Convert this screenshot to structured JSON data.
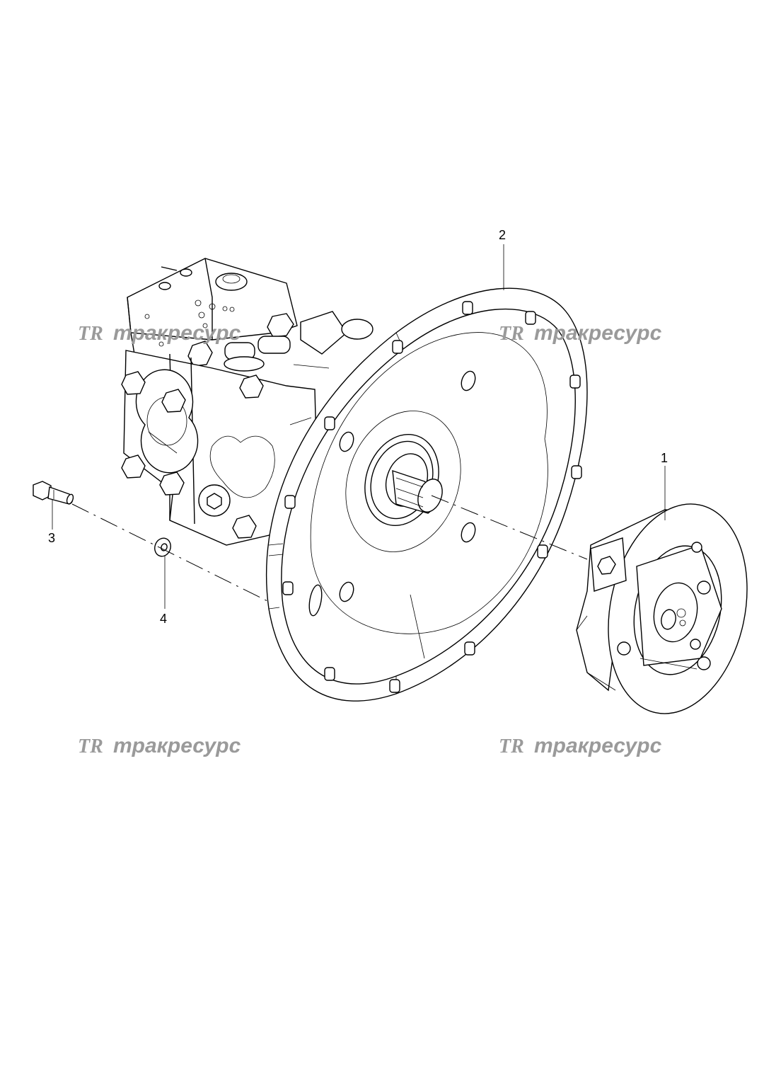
{
  "callouts": [
    {
      "number": "1"
    },
    {
      "number": "2"
    },
    {
      "number": "3"
    },
    {
      "number": "4"
    }
  ],
  "watermark": {
    "logo": "TR",
    "text": "тракресурс"
  }
}
